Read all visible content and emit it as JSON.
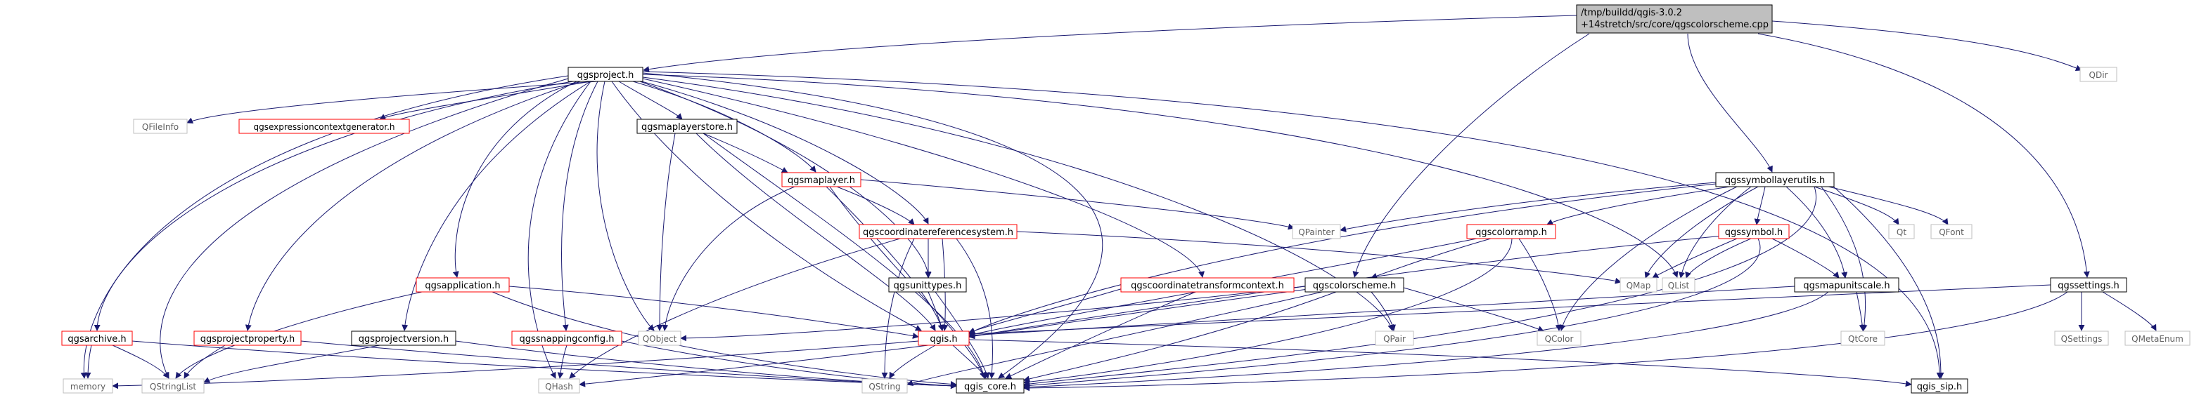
{
  "graph": {
    "root": {
      "line1": "/tmp/buildd/qgis-3.0.2",
      "line2": "+14stretch/src/core/qgscolorscheme.cpp"
    },
    "nodes": {
      "qgsproject": "qgsproject.h",
      "qdir": "QDir",
      "qfileinfo": "QFileInfo",
      "qgsexpressioncontextgenerator": "qgsexpressioncontextgenerator.h",
      "qgsmaplayerstore": "qgsmaplayerstore.h",
      "qgsmaplayer": "qgsmaplayer.h",
      "qgssymbollayerutils": "qgssymbollayerutils.h",
      "qt": "Qt",
      "qfont": "QFont",
      "qpainter": "QPainter",
      "qgscoordinatereferencesystem": "qgscoordinatereferencesystem.h",
      "qgscolorramp": "qgscolorramp.h",
      "qgssymbol": "qgssymbol.h",
      "qgsapplication": "qgsapplication.h",
      "qgsunittypes": "qgsunittypes.h",
      "qgscoordinatetransformcontext": "qgscoordinatetransformcontext.h",
      "qgscolorscheme": "qgscolorscheme.h",
      "qmap": "QMap",
      "qlist": "QList",
      "qgsmapunitscale": "qgsmapunitscale.h",
      "qgssettings": "qgssettings.h",
      "qgsarchive": "qgsarchive.h",
      "qgsprojectproperty": "qgsprojectproperty.h",
      "qgsprojectversion": "qgsprojectversion.h",
      "qgssnappingconfig": "qgssnappingconfig.h",
      "qobject": "QObject",
      "qgis": "qgis.h",
      "qpair": "QPair",
      "qcolor": "QColor",
      "qcore": "QtCore",
      "qsettings": "QSettings",
      "qmetaenum": "QMetaEnum",
      "memory": "memory",
      "qstringlist": "QStringList",
      "qhash": "QHash",
      "qstring": "QString",
      "qgis_core": "qgis_core.h",
      "qgis_sip": "qgis_sip.h"
    }
  }
}
